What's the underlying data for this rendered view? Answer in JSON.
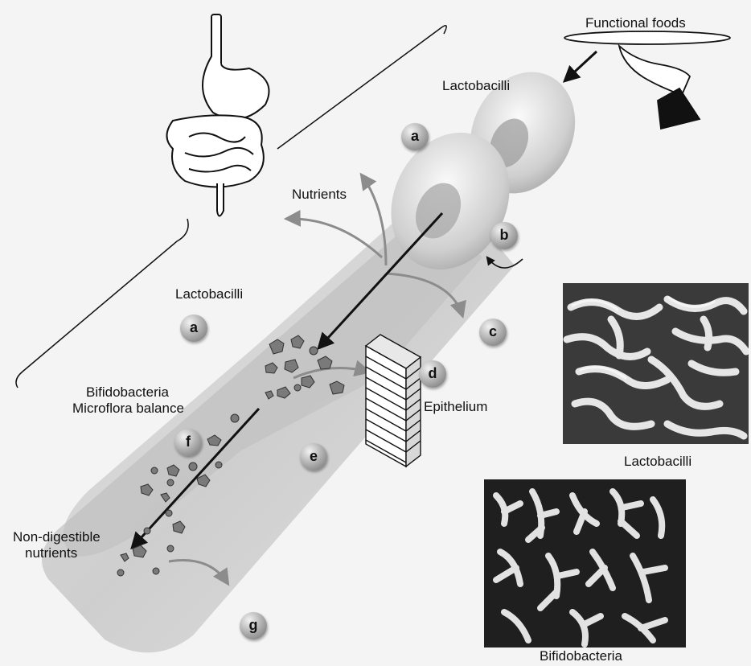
{
  "labels": {
    "functional_foods": "Functional foods",
    "lactobacilli_top": "Lactobacilli",
    "nutrients": "Nutrients",
    "lactobacilli_mid": "Lactobacilli",
    "bifidobacteria_line": "Bifidobacteria",
    "microflora_line": "Microflora balance",
    "epithelium": "Epithelium",
    "non_digestible_line1": "Non-digestible",
    "non_digestible_line2": "nutrients",
    "micrograph_lactobacilli": "Lactobacilli",
    "micrograph_bifidobacteria": "Bifidobacteria"
  },
  "badges": {
    "a_top": "a",
    "a_mid": "a",
    "b": "b",
    "c": "c",
    "d": "d",
    "e": "e",
    "f": "f",
    "g": "g"
  },
  "colors": {
    "background": "#f4f4f4",
    "tube": "#b5b5b5",
    "particle": "#7a7a7a",
    "arrow": "#111111",
    "curve_arrow": "#8c8c8c",
    "micrograph_bg": "#2a2a2a",
    "bacteria": "#e6e6e6"
  }
}
